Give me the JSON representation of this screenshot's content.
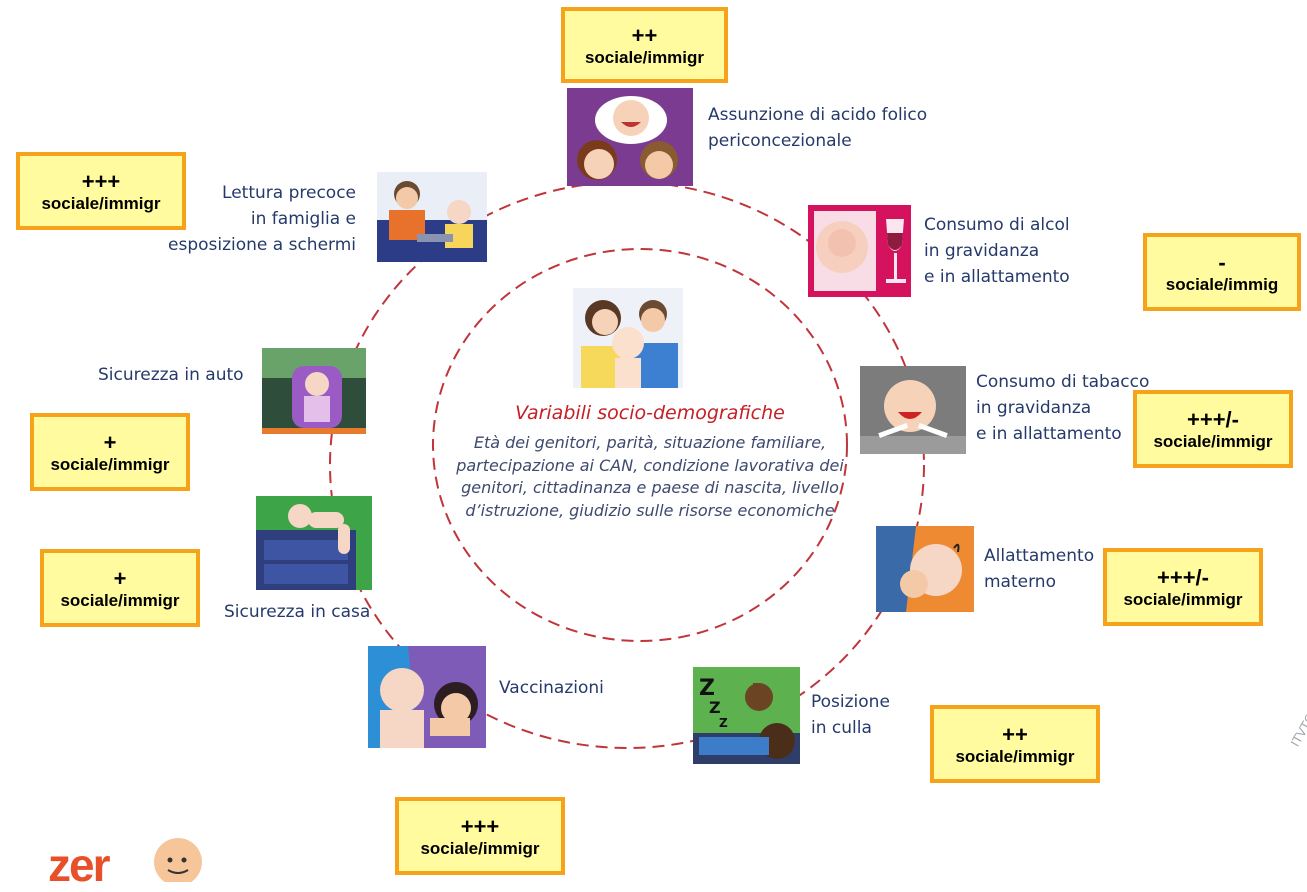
{
  "center": {
    "title": "Variabili socio-demografiche",
    "body": "Età dei genitori, parità, situazione familiare, partecipazione ai CAN, condizione lavorativa dei genitori, cittadinanza e paese di nascita, livello d’istruzione, giudizio sulle risorse economiche"
  },
  "topics": {
    "folico": {
      "line1": "Assunzione di acido folico",
      "line2": "periconcezionale"
    },
    "alcol": {
      "line1": "Consumo di alcol",
      "line2": "in gravidanza",
      "line3": "e in allattamento"
    },
    "tabacco": {
      "line1": "Consumo di tabacco",
      "line2": "in gravidanza",
      "line3": "e in allattamento"
    },
    "allattamento": {
      "line1": "Allattamento",
      "line2": "materno"
    },
    "culla": {
      "line1": "Posizione",
      "line2": "in culla"
    },
    "vaccinazioni": {
      "line1": "Vaccinazioni"
    },
    "casa": {
      "line1": "Sicurezza in casa"
    },
    "auto": {
      "line1": "Sicurezza in auto"
    },
    "lettura": {
      "line1": "Lettura precoce",
      "line2": "in famiglia e",
      "line3": "esposizione a schermi"
    }
  },
  "badges": {
    "folico": {
      "sym": "++",
      "lab": "sociale/immigr"
    },
    "lettura": {
      "sym": "+++",
      "lab": "sociale/immigr"
    },
    "alcol": {
      "sym": "-",
      "lab": "sociale/immig"
    },
    "tabacco": {
      "sym": "+++/-",
      "lab": "sociale/immigr"
    },
    "auto": {
      "sym": "+",
      "lab": "sociale/immigr"
    },
    "casa": {
      "sym": "+",
      "lab": "sociale/immigr"
    },
    "allattamento": {
      "sym": "+++/-",
      "lab": "sociale/immigr"
    },
    "culla": {
      "sym": "++",
      "lab": "sociale/immigr"
    },
    "vaccinazioni": {
      "sym": "+++",
      "lab": "sociale/immigr"
    }
  },
  "logo": {
    "text": "zer"
  },
  "watermark": {
    "text": "ITVTO SV"
  },
  "colors": {
    "badge_fill": "#fffb9e",
    "badge_border": "#f6a21b",
    "ring_dash": "#c0353a",
    "label_text": "#253a6b",
    "center_title": "#c42026"
  },
  "icons": {
    "folico": "family-thinking-baby-icon",
    "alcol": "pregnancy-wine-icon",
    "tabacco": "baby-cigarette-icon",
    "allattamento": "breastfeeding-icon",
    "culla": "sleeping-baby-icon",
    "vaccinazioni": "vaccination-icon",
    "casa": "baby-on-dresser-icon",
    "auto": "car-seat-icon",
    "lettura": "reading-family-icon",
    "center": "family-portrait-icon"
  }
}
